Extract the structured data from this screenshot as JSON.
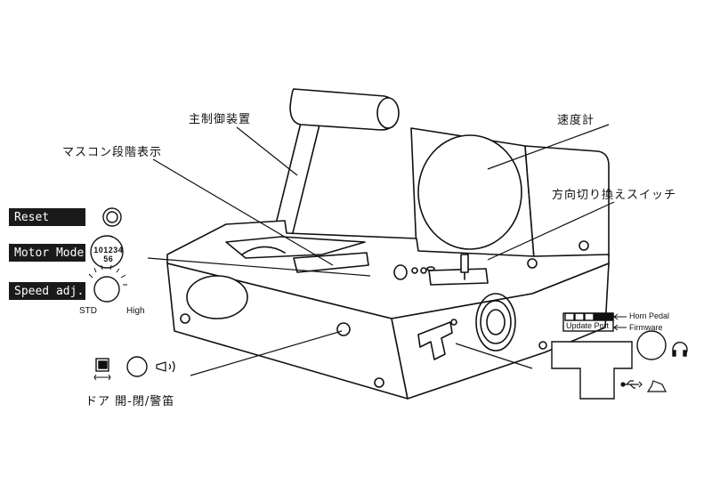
{
  "labels": {
    "main_controller": "主制御装置",
    "notch_display": "マスコン段階表示",
    "speedometer": "速度計",
    "direction_switch": "方向切り換えスイッチ",
    "door_label": "ドア 開-閉/警笛"
  },
  "tags": {
    "reset": "Reset",
    "motor_mode": "Motor Mode",
    "speed_adj": "Speed adj."
  },
  "speed_knob": {
    "low_label": "STD",
    "high_label": "High"
  },
  "motor_mode_dial": {
    "digits": "1 0 1 2 3 4 5 6"
  },
  "ports": {
    "horn_pedal": "Horn Pedal",
    "update_port": "Update Port",
    "firmware": "Firmware"
  },
  "colors": {
    "ink": "#111111",
    "tag_bg": "#1a1a1a",
    "tag_text": "#ffffff"
  }
}
